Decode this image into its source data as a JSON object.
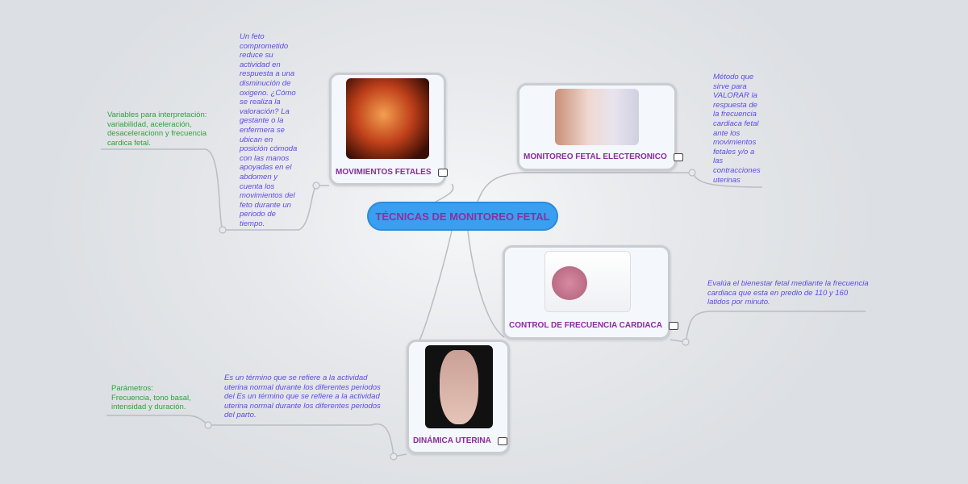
{
  "center": {
    "title": "TÉCNICAS DE MONITOREO FETAL"
  },
  "nodes": [
    {
      "label": "MOVIMIENTOS FETALES",
      "icon": "image-icon"
    },
    {
      "label": "MONITOREO FETAL ELECTERONICO",
      "icon": "image-icon"
    },
    {
      "label": "CONTROL DE FRECUENCIA CARDIACA",
      "icon": "image-icon"
    },
    {
      "label": "DINÁMICA UTERINA",
      "icon": "image-icon"
    }
  ],
  "notes": {
    "movimientos": "Un feto comprometido reduce su actividad en respuesta a una disminución de oxigeno. ¿Cómo se realiza la valoración? La gestante o la enfermera se ubican en posición cómoda con las manos apoyadas en el abdomen y cuenta los movimientos del feto durante un periodo de tiempo.",
    "variables": "Variables para interpretación: variabilidad, aceleración, desaceleracionn y frecuencia cardica fetal.",
    "monitoreo": "Método que sirve para VALORAR la respuesta de la frecuencia cardiaca fetal ante los movimientos fetales y/o a las contracciones uterinas",
    "control": "Evalúa el bienestar fetal mediante la frecuencia cardiaca que esta en predio de 110 y 160 latidos por minuto.",
    "dinamica": "Es un término que se refiere a la actividad uterina normal durante los diferentes periodos del Es un término que se refiere a la actividad uterina normal durante los diferentes periodos del parto.",
    "parametros": "Parámetros: Frecuencia, tono basal, intensidad y duración."
  }
}
